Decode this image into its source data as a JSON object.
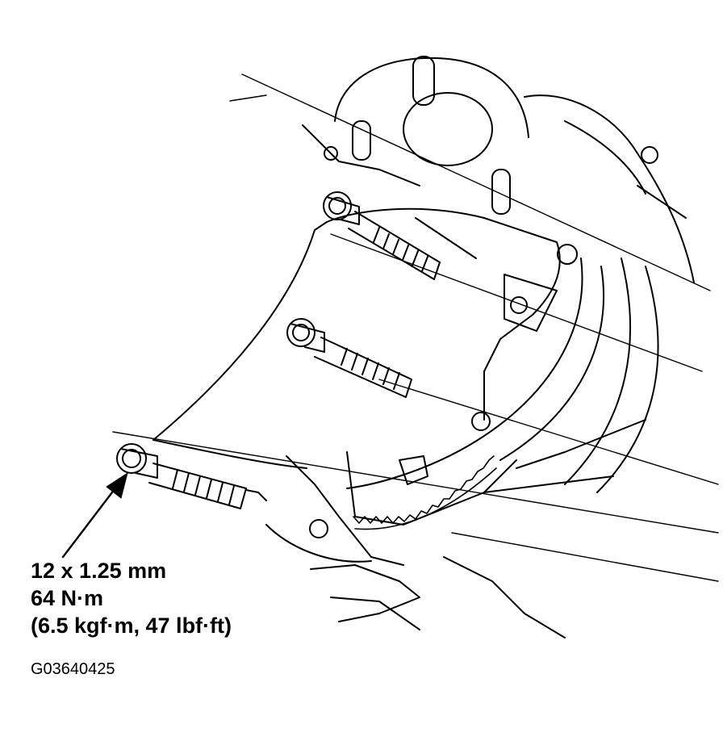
{
  "callout": {
    "thread_size": "12 x 1.25 mm",
    "torque_nm": "64 N·m",
    "torque_alt": "(6.5 kgf·m, 47 lbf·ft)"
  },
  "figure_id": "G03640425",
  "colors": {
    "line": "#000000",
    "background": "#ffffff"
  }
}
